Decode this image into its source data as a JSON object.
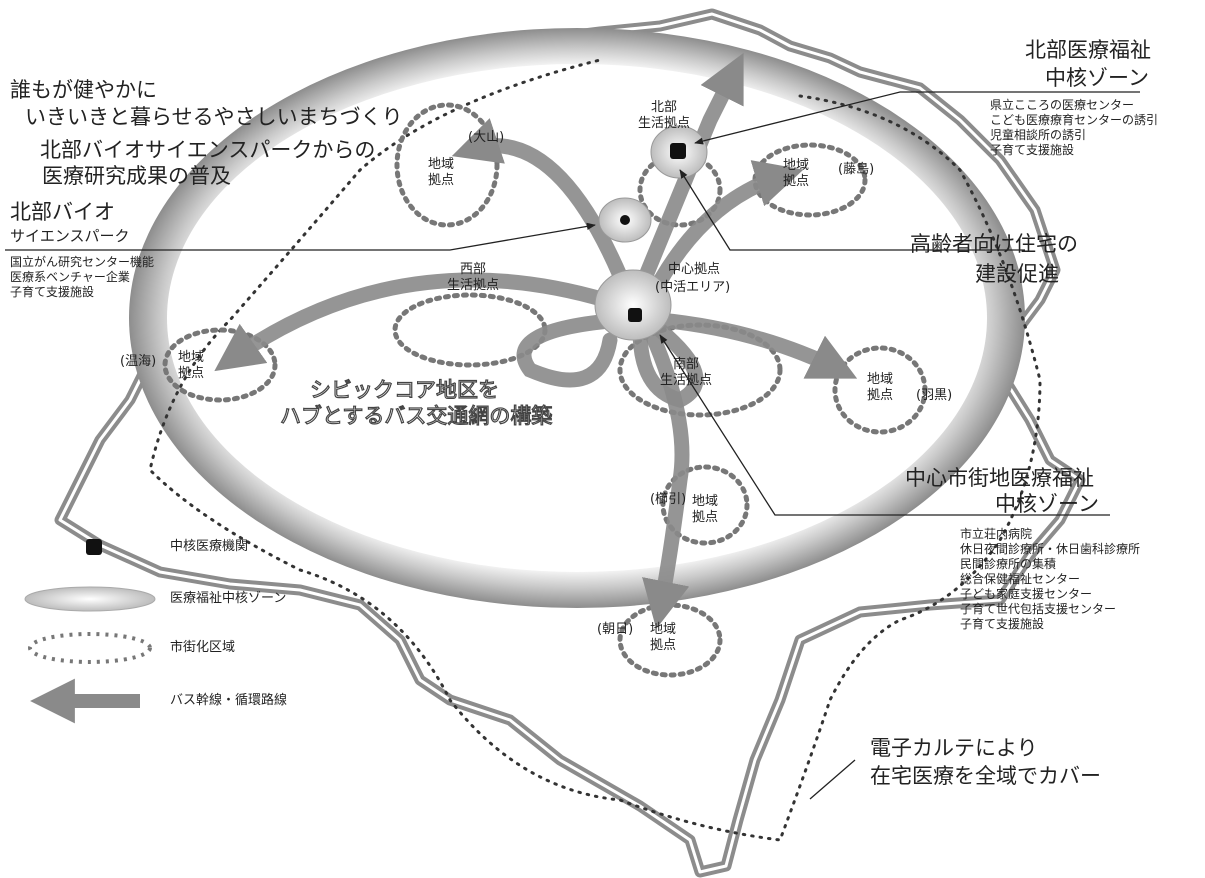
{
  "slogan": {
    "line1": "誰もが健やかに",
    "line2": "いきいきと暮らせるやさしいまちづくり",
    "line3": "北部バイオサイエンスパークからの",
    "line4": "医療研究成果の普及"
  },
  "north_zone": {
    "title1": "北部医療福祉",
    "title2": "中核ゾーン",
    "items": [
      "県立こころの医療センター",
      "こども医療療育センターの誘引",
      "児童相談所の誘引",
      "子育て支援施設"
    ]
  },
  "bio_park": {
    "title1": "北部バイオ",
    "title2": "サイエンスパーク",
    "items": [
      "国立がん研究センター機能",
      "医療系ベンチャー企業",
      "子育て支援施設"
    ]
  },
  "elderly_housing": {
    "line1": "高齢者向け住宅の",
    "line2": "建設促進"
  },
  "center_zone": {
    "title1": "中心市街地医療福祉",
    "title2": "中核ゾーン",
    "items": [
      "市立荘内病院",
      "休日夜間診療所・休日歯科診療所",
      "民間診療所の集積",
      "総合保健福祉センター",
      "子ども家庭支援センター",
      "子育て世代包括支援センター",
      "子育て支援施設"
    ]
  },
  "civic_core": {
    "line1": "シビックコア地区を",
    "line2": "ハブとするバス交通網の構築"
  },
  "ekarte": {
    "line1": "電子カルテにより",
    "line2": "在宅医療を全域でカバー"
  },
  "nodes": {
    "north_hub": "北部\n生活拠点",
    "west_hub": "西部\n生活拠点",
    "south_hub": "南部\n生活拠点",
    "center_hub": "中心拠点",
    "center_area": "(中活エリア)",
    "local_base": "地域\n拠点"
  },
  "place_names": {
    "oyama": "(大山)",
    "fujishima": "(藤島)",
    "yunohama": "(温海)",
    "haguro": "(羽黒)",
    "kushibiki": "(櫛引)",
    "asahi": "(朝日)"
  },
  "legend": {
    "core_hospital": "中核医療機関",
    "welfare_zone": "医療福祉中核ゾーン",
    "urban_area": "市街化区域",
    "bus_route": "バス幹線・循環路線"
  }
}
